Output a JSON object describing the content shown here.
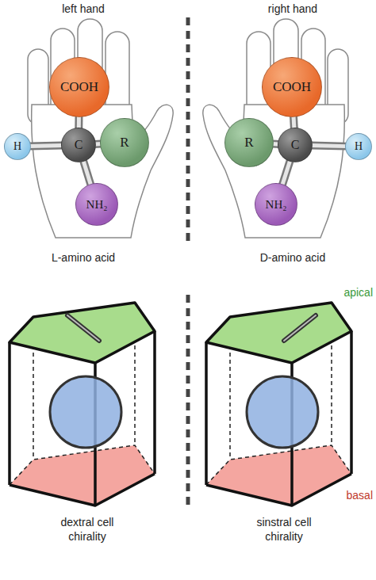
{
  "diagram": {
    "nodes": [
      {
        "text": [
          "COOH"
        ]
      },
      {
        "text": [
          "H"
        ]
      },
      {
        "text": [
          "C"
        ]
      },
      {
        "text": [
          "R"
        ]
      },
      {
        "text": [
          "NH₂"
        ]
      },
      {
        "text": [
          "COOH"
        ]
      },
      {
        "text": [
          "R"
        ]
      },
      {
        "text": [
          "C"
        ]
      },
      {
        "text": [
          "H"
        ]
      },
      {
        "text": [
          "NH₂"
        ]
      }
    ],
    "edges": [
      {
        "from": 2,
        "to": 0,
        "arrow": "none"
      },
      {
        "from": 2,
        "to": 1,
        "arrow": "none"
      },
      {
        "from": 2,
        "to": 3,
        "arrow": "none"
      },
      {
        "from": 2,
        "to": 4,
        "arrow": "none"
      },
      {
        "from": 7,
        "to": 5,
        "arrow": "none"
      },
      {
        "from": 7,
        "to": 6,
        "arrow": "none"
      },
      {
        "from": 7,
        "to": 8,
        "arrow": "none"
      },
      {
        "from": 7,
        "to": 9,
        "arrow": "none"
      }
    ],
    "labels": [
      "left hand",
      "right hand",
      "L-amino acid",
      "D-amino acid",
      "apical",
      "dextral cell chirality",
      "sinstral cell chirality",
      "basal"
    ]
  }
}
